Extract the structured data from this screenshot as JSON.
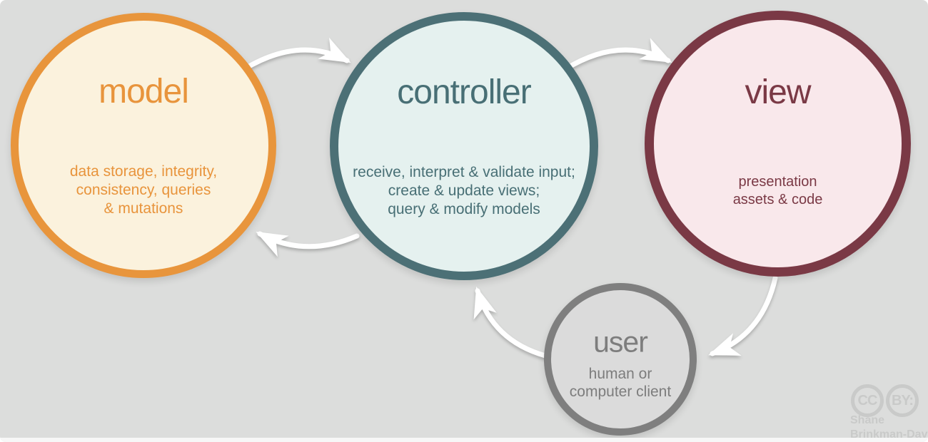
{
  "background_color": "#dcdddc",
  "arrow_color": "#ffffff",
  "nodes": [
    {
      "id": "model",
      "label": "model",
      "desc": [
        "data storage, integrity,",
        "consistency, queries",
        "& mutations"
      ],
      "border_color": "#e8953c",
      "fill_color": "#fbf2dd",
      "text_color": "#e8943c"
    },
    {
      "id": "controller",
      "label": "controller",
      "desc": [
        "receive, interpret & validate input;",
        "create & update views;",
        "query & modify models"
      ],
      "border_color": "#4c7076",
      "fill_color": "#e5f1ef",
      "text_color": "#486f75"
    },
    {
      "id": "view",
      "label": "view",
      "desc": [
        "presentation",
        "assets & code"
      ],
      "border_color": "#7a3945",
      "fill_color": "#f9e8eb",
      "text_color": "#7a3945"
    },
    {
      "id": "user",
      "label": "user",
      "desc": [
        "human or",
        "computer client"
      ],
      "border_color": "#7f7f7f",
      "fill_color": "#dbdbdb",
      "text_color": "#7d7d7d"
    }
  ],
  "edges": [
    {
      "from": "model",
      "to": "controller"
    },
    {
      "from": "controller",
      "to": "view"
    },
    {
      "from": "view",
      "to": "user"
    },
    {
      "from": "user",
      "to": "controller"
    },
    {
      "from": "controller",
      "to": "model"
    }
  ],
  "attribution": {
    "cc_badge": "CC",
    "by_badge": "BY:",
    "author_lines": [
      "Shane",
      "Brinkman-Davis"
    ]
  }
}
